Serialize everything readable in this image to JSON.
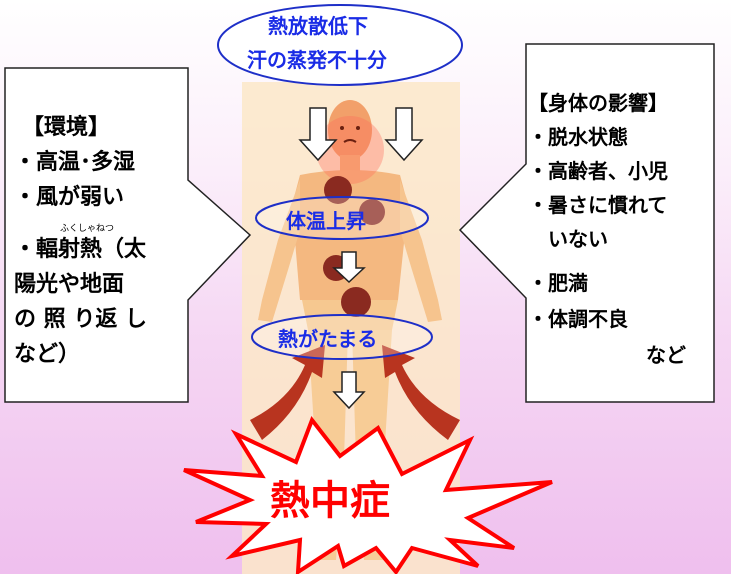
{
  "top_ellipse": {
    "line1": "熱放散低下",
    "line2": "汗の蒸発不十分"
  },
  "mid_labels": {
    "body_temp": "体温上昇",
    "heat_builds": "熱がたまる"
  },
  "burst_label": "熱中症",
  "left_box": {
    "title": "【環境】",
    "items": [
      "・高温･多湿",
      "・風が弱い"
    ],
    "ruby": "ふくしゃねつ",
    "last_item_lines": [
      "・輻射熱（太",
      "陽光や地面",
      "の 照 り返 し",
      "など）"
    ]
  },
  "right_box": {
    "title": "【身体の影響】",
    "lines": [
      "・脱水状態",
      "・高齢者、小児",
      "・暑さに慣れて",
      "　いない",
      "・肥満",
      "・体調不良",
      "など"
    ]
  },
  "colors": {
    "label_blue": "#1a2ce6",
    "burst_red": "#ff0000",
    "ellipse_stroke": "#1e2fc8"
  }
}
